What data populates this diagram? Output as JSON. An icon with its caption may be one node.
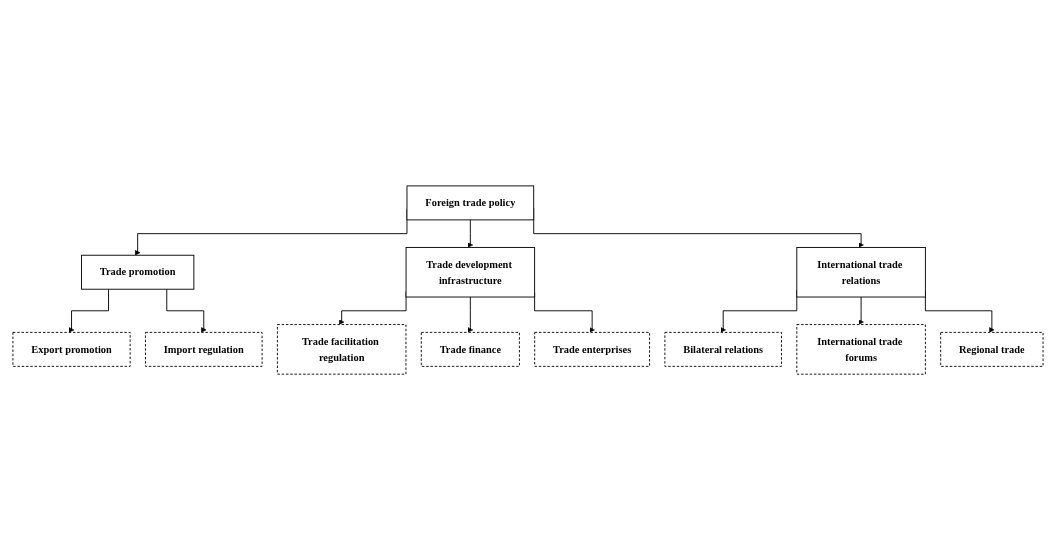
{
  "diagram": {
    "nodes": [
      {
        "text": [
          "Foreign trade policy"
        ]
      },
      {
        "text": [
          "Trade promotion"
        ]
      },
      {
        "text": [
          "Trade development infrastructure"
        ]
      },
      {
        "text": [
          "International trade relations"
        ]
      },
      {
        "text": [
          "Export promotion"
        ]
      },
      {
        "text": [
          "Import regulation"
        ]
      },
      {
        "text": [
          "Trade facilitation regulation"
        ]
      },
      {
        "text": [
          "Trade finance"
        ]
      },
      {
        "text": [
          "Trade enterprises"
        ]
      },
      {
        "text": [
          "Bilateral relations"
        ]
      },
      {
        "text": [
          "International trade forums"
        ]
      },
      {
        "text": [
          "Regional trade"
        ]
      }
    ],
    "edges": [
      {
        "from": 0,
        "to": 1,
        "arrow": "to"
      },
      {
        "from": 0,
        "to": 2,
        "arrow": "to"
      },
      {
        "from": 0,
        "to": 3,
        "arrow": "to"
      },
      {
        "from": 1,
        "to": 4,
        "arrow": "to"
      },
      {
        "from": 1,
        "to": 5,
        "arrow": "to"
      },
      {
        "from": 2,
        "to": 6,
        "arrow": "to"
      },
      {
        "from": 2,
        "to": 7,
        "arrow": "to"
      },
      {
        "from": 2,
        "to": 8,
        "arrow": "to"
      },
      {
        "from": 3,
        "to": 9,
        "arrow": "to"
      },
      {
        "from": 3,
        "to": 10,
        "arrow": "to"
      },
      {
        "from": 3,
        "to": 11,
        "arrow": "to"
      }
    ]
  }
}
